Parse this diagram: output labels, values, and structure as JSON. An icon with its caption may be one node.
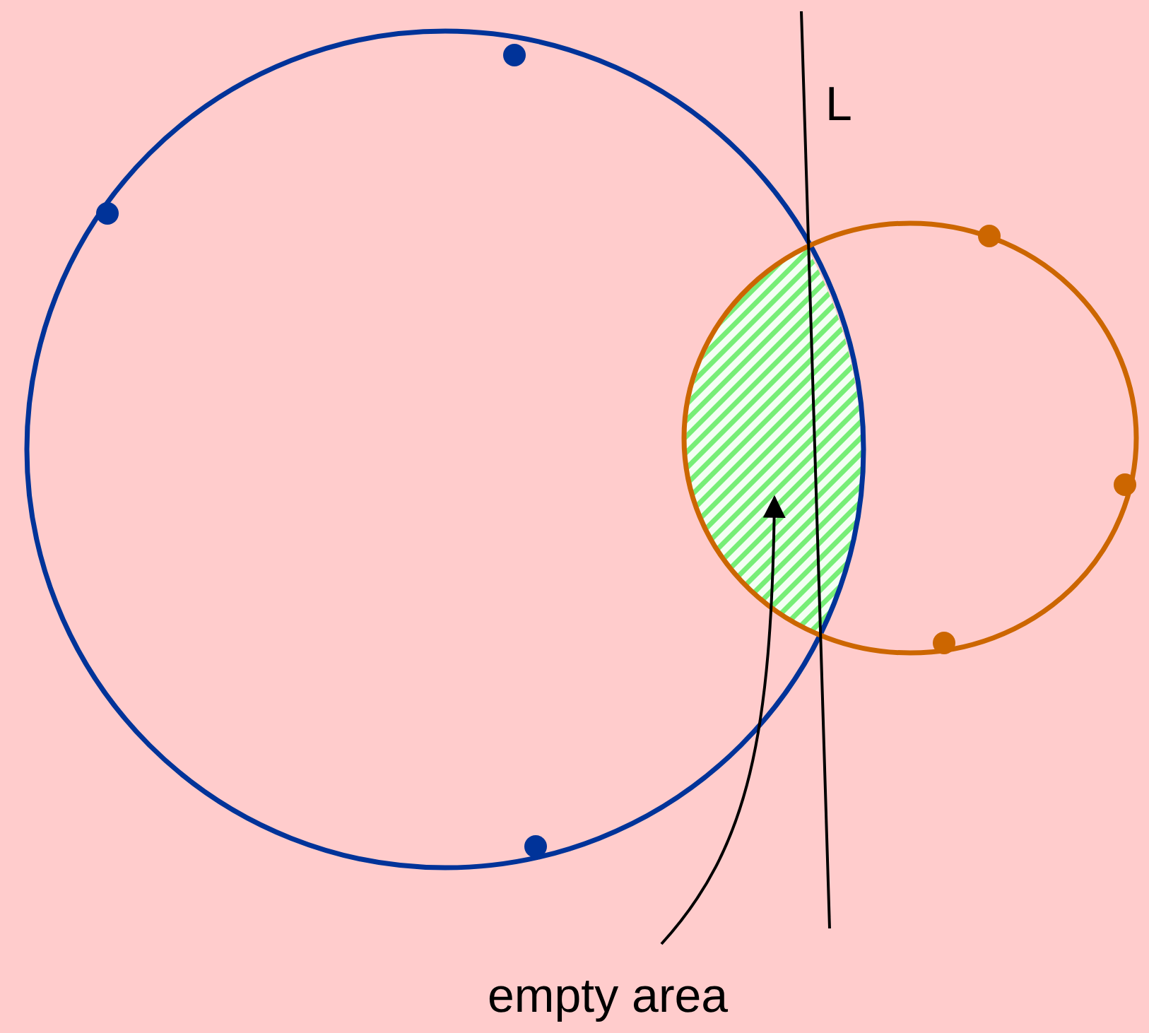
{
  "diagram": {
    "nodes": [
      {
        "text": [
          "empty area"
        ]
      },
      {
        "text": [],
        "shape": "lens"
      }
    ],
    "edges": [
      {
        "from": 0,
        "to": 1,
        "arrow": "to"
      }
    ],
    "labels": [
      "L"
    ]
  }
}
